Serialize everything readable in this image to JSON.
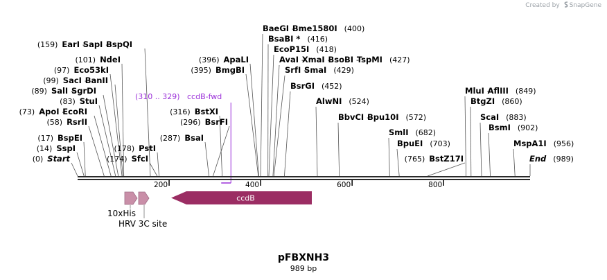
{
  "credit": {
    "prefix": "Created by",
    "brand": "SnapGene"
  },
  "plasmid": {
    "name": "pFBXNH3",
    "size_label": "989 bp",
    "length": 989
  },
  "colors": {
    "backbone": "#2a2a2a",
    "ccdb": "#9b2d63",
    "tag": "#c98fa8",
    "primer": "#9b30d9"
  },
  "ticks": [
    200,
    400,
    600,
    800
  ],
  "primer": {
    "range": "(310 .. 329)",
    "name": "ccdB-fwd",
    "start": 310,
    "end": 329
  },
  "features": [
    {
      "name": "ccdB",
      "start": 207,
      "end": 516,
      "direction": "reverse",
      "labeled_inside": true
    },
    {
      "name": "10xHis",
      "start": 105,
      "end": 132,
      "direction": "forward",
      "labeled_inside": false
    },
    {
      "name": "HRV 3C site",
      "start": 137,
      "end": 160,
      "direction": "forward",
      "labeled_inside": false
    }
  ],
  "sites": [
    {
      "pos_label": "(0)",
      "names": [
        "Start"
      ],
      "italic": true,
      "pos": 0,
      "side": "left"
    },
    {
      "pos_label": "(14)",
      "names": [
        "SspI"
      ],
      "pos": 14,
      "side": "left"
    },
    {
      "pos_label": "(17)",
      "names": [
        "BspEI"
      ],
      "pos": 17,
      "side": "left"
    },
    {
      "pos_label": "(58)",
      "names": [
        "RsrII"
      ],
      "pos": 58,
      "side": "left"
    },
    {
      "pos_label": "(73)",
      "names": [
        "ApoI",
        "EcoRI"
      ],
      "pos": 73,
      "side": "left"
    },
    {
      "pos_label": "(83)",
      "names": [
        "StuI"
      ],
      "pos": 83,
      "side": "left"
    },
    {
      "pos_label": "(89)",
      "names": [
        "SalI",
        "SgrDI"
      ],
      "pos": 89,
      "side": "left"
    },
    {
      "pos_label": "(97)",
      "names": [
        "Eco53kI"
      ],
      "pos": 97,
      "side": "left"
    },
    {
      "pos_label": "(99)",
      "names": [
        "SacI",
        "BanII"
      ],
      "pos": 99,
      "side": "left"
    },
    {
      "pos_label": "(101)",
      "names": [
        "NdeI"
      ],
      "pos": 101,
      "side": "left"
    },
    {
      "pos_label": "(159)",
      "names": [
        "EarI",
        "SapI",
        "BspQI"
      ],
      "pos": 159,
      "side": "left"
    },
    {
      "pos_label": "(174)",
      "names": [
        "SfcI"
      ],
      "pos": 174,
      "side": "left"
    },
    {
      "pos_label": "(178)",
      "names": [
        "PstI"
      ],
      "pos": 178,
      "side": "left"
    },
    {
      "pos_label": "(287)",
      "names": [
        "BsaI"
      ],
      "pos": 287,
      "side": "left"
    },
    {
      "pos_label": "(296)",
      "names": [
        "BsrFI"
      ],
      "pos": 296,
      "side": "left"
    },
    {
      "pos_label": "(316)",
      "names": [
        "BstXI"
      ],
      "pos": 316,
      "side": "left"
    },
    {
      "pos_label": "(395)",
      "names": [
        "BmgBI"
      ],
      "pos": 395,
      "side": "left"
    },
    {
      "pos_label": "(396)",
      "names": [
        "ApaLI"
      ],
      "pos": 396,
      "side": "left"
    },
    {
      "pos_label": "(400)",
      "names": [
        "BaeGI",
        "Bme1580I"
      ],
      "pos": 400,
      "side": "right"
    },
    {
      "pos_label": "(416)",
      "names": [
        "BsaBI *"
      ],
      "pos": 416,
      "side": "right"
    },
    {
      "pos_label": "(418)",
      "names": [
        "EcoP15I"
      ],
      "pos": 418,
      "side": "right"
    },
    {
      "pos_label": "(427)",
      "names": [
        "AvaI",
        "XmaI",
        "BsoBI",
        "TspMI"
      ],
      "pos": 427,
      "side": "right"
    },
    {
      "pos_label": "(429)",
      "names": [
        "SrfI",
        "SmaI"
      ],
      "pos": 429,
      "side": "right"
    },
    {
      "pos_label": "(452)",
      "names": [
        "BsrGI"
      ],
      "pos": 452,
      "side": "right"
    },
    {
      "pos_label": "(524)",
      "names": [
        "AlwNI"
      ],
      "pos": 524,
      "side": "right"
    },
    {
      "pos_label": "(572)",
      "names": [
        "BbvCI",
        "Bpu10I"
      ],
      "pos": 572,
      "side": "right"
    },
    {
      "pos_label": "(682)",
      "names": [
        "SmlI"
      ],
      "pos": 682,
      "side": "right"
    },
    {
      "pos_label": "(703)",
      "names": [
        "BpuEI"
      ],
      "pos": 703,
      "side": "right"
    },
    {
      "pos_label": "(765)",
      "names": [
        "BstZ17I"
      ],
      "pos": 765,
      "side": "left"
    },
    {
      "pos_label": "(849)",
      "names": [
        "MluI",
        "AflIII"
      ],
      "pos": 849,
      "side": "right"
    },
    {
      "pos_label": "(860)",
      "names": [
        "BtgZI"
      ],
      "pos": 860,
      "side": "right"
    },
    {
      "pos_label": "(883)",
      "names": [
        "ScaI"
      ],
      "pos": 883,
      "side": "right"
    },
    {
      "pos_label": "(902)",
      "names": [
        "BsmI"
      ],
      "pos": 902,
      "side": "right"
    },
    {
      "pos_label": "(956)",
      "names": [
        "MspA1I"
      ],
      "pos": 956,
      "side": "right"
    },
    {
      "pos_label": "(989)",
      "names": [
        "End"
      ],
      "italic": true,
      "pos": 989,
      "side": "right"
    }
  ]
}
